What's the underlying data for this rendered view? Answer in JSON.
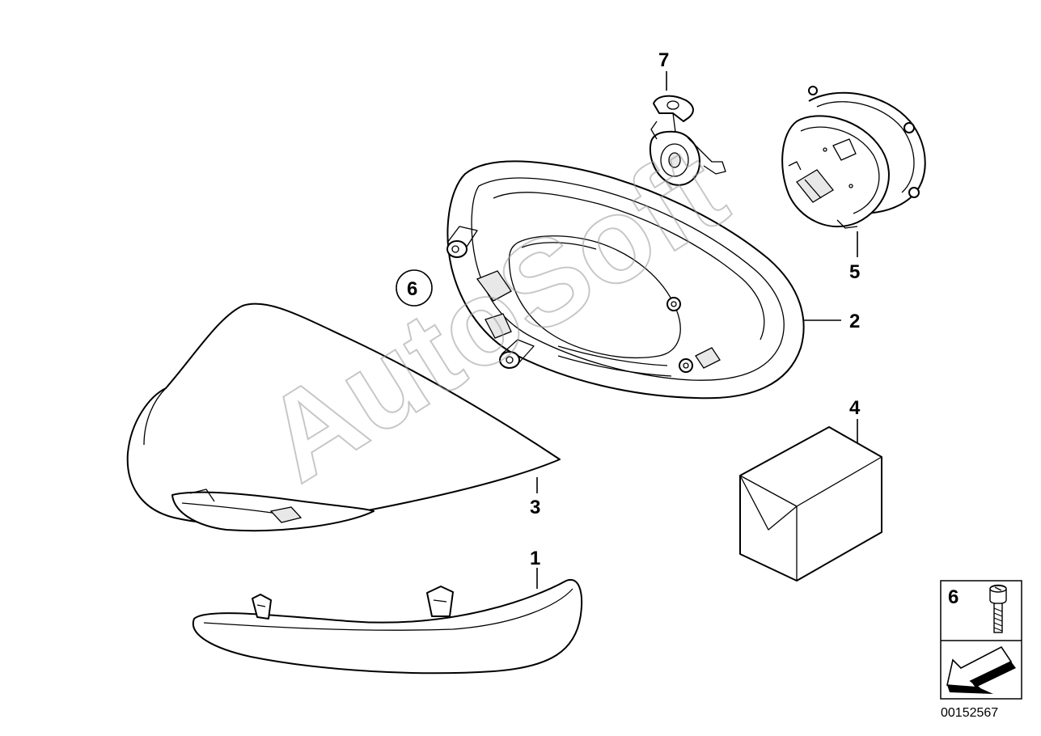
{
  "callouts": {
    "part1": "1",
    "part2": "2",
    "part3": "3",
    "part4": "4",
    "part5": "5",
    "part6_circle": "6",
    "part7": "7"
  },
  "legend": {
    "number": "6"
  },
  "watermark": "AutoSoft",
  "diagram_id": "00152567",
  "colors": {
    "line": "#000000",
    "background": "#ffffff",
    "watermark": "#9a9a9a"
  }
}
